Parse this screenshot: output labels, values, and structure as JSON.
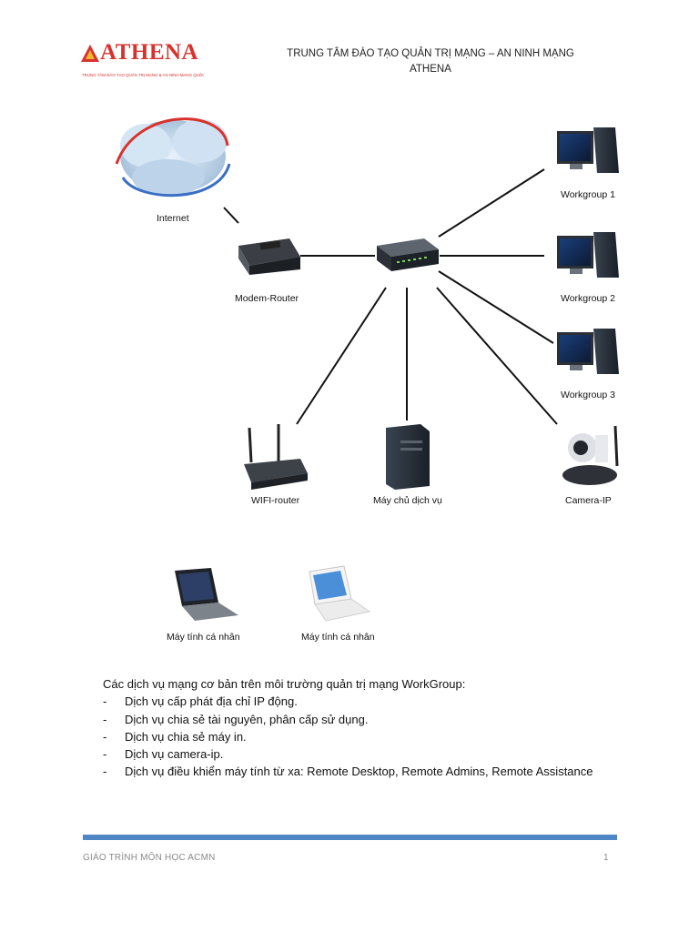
{
  "header": {
    "logo_text": "ATHENA",
    "logo_tagline": "TRUNG TÂM ĐÀO TẠO QUẢN TRỊ MẠNG & AN NINH MẠNG QUỐC TẾ",
    "title_line1": "TRUNG TÂM ĐÀO TẠO QUẢN TRỊ MẠNG – AN NINH MẠNG",
    "title_line2": "ATHENA",
    "brand_color": "#d8322d"
  },
  "diagram": {
    "labels": {
      "internet": "Internet",
      "modem_router": "Modem-Router",
      "workgroup1": "Workgroup 1",
      "workgroup2": "Workgroup 2",
      "workgroup3": "Workgroup 3",
      "wifi_router": "WIFI-router",
      "server": "Máy chủ dịch vụ",
      "camera": "Camera-IP",
      "laptop1": "Máy tính cá nhân",
      "laptop2": "Máy tính cá nhân"
    },
    "icons": [
      "cloud-icon",
      "modem-router-icon",
      "switch-icon",
      "desktop-computer-icon",
      "wifi-router-icon",
      "server-tower-icon",
      "ip-camera-icon",
      "laptop-icon"
    ]
  },
  "body": {
    "intro": "Các dịch vụ mạng cơ bản trên môi trường quản trị mạng WorkGroup:",
    "items": [
      "Dịch vụ cấp phát địa chỉ IP động.",
      "Dịch vụ chia sẻ tài nguyên, phân cấp sử dụng.",
      "Dịch vụ chia sẻ máy in.",
      "Dịch vụ camera-ip.",
      "Dịch vụ điều khiển máy tính từ xa: Remote Desktop, Remote Admins, Remote Assistance"
    ],
    "bullet": "-"
  },
  "footer": {
    "left": "GIÁO TRÌNH MÔN HỌC ACMN",
    "page_number": "1",
    "bar_color": "#4f86c6"
  }
}
